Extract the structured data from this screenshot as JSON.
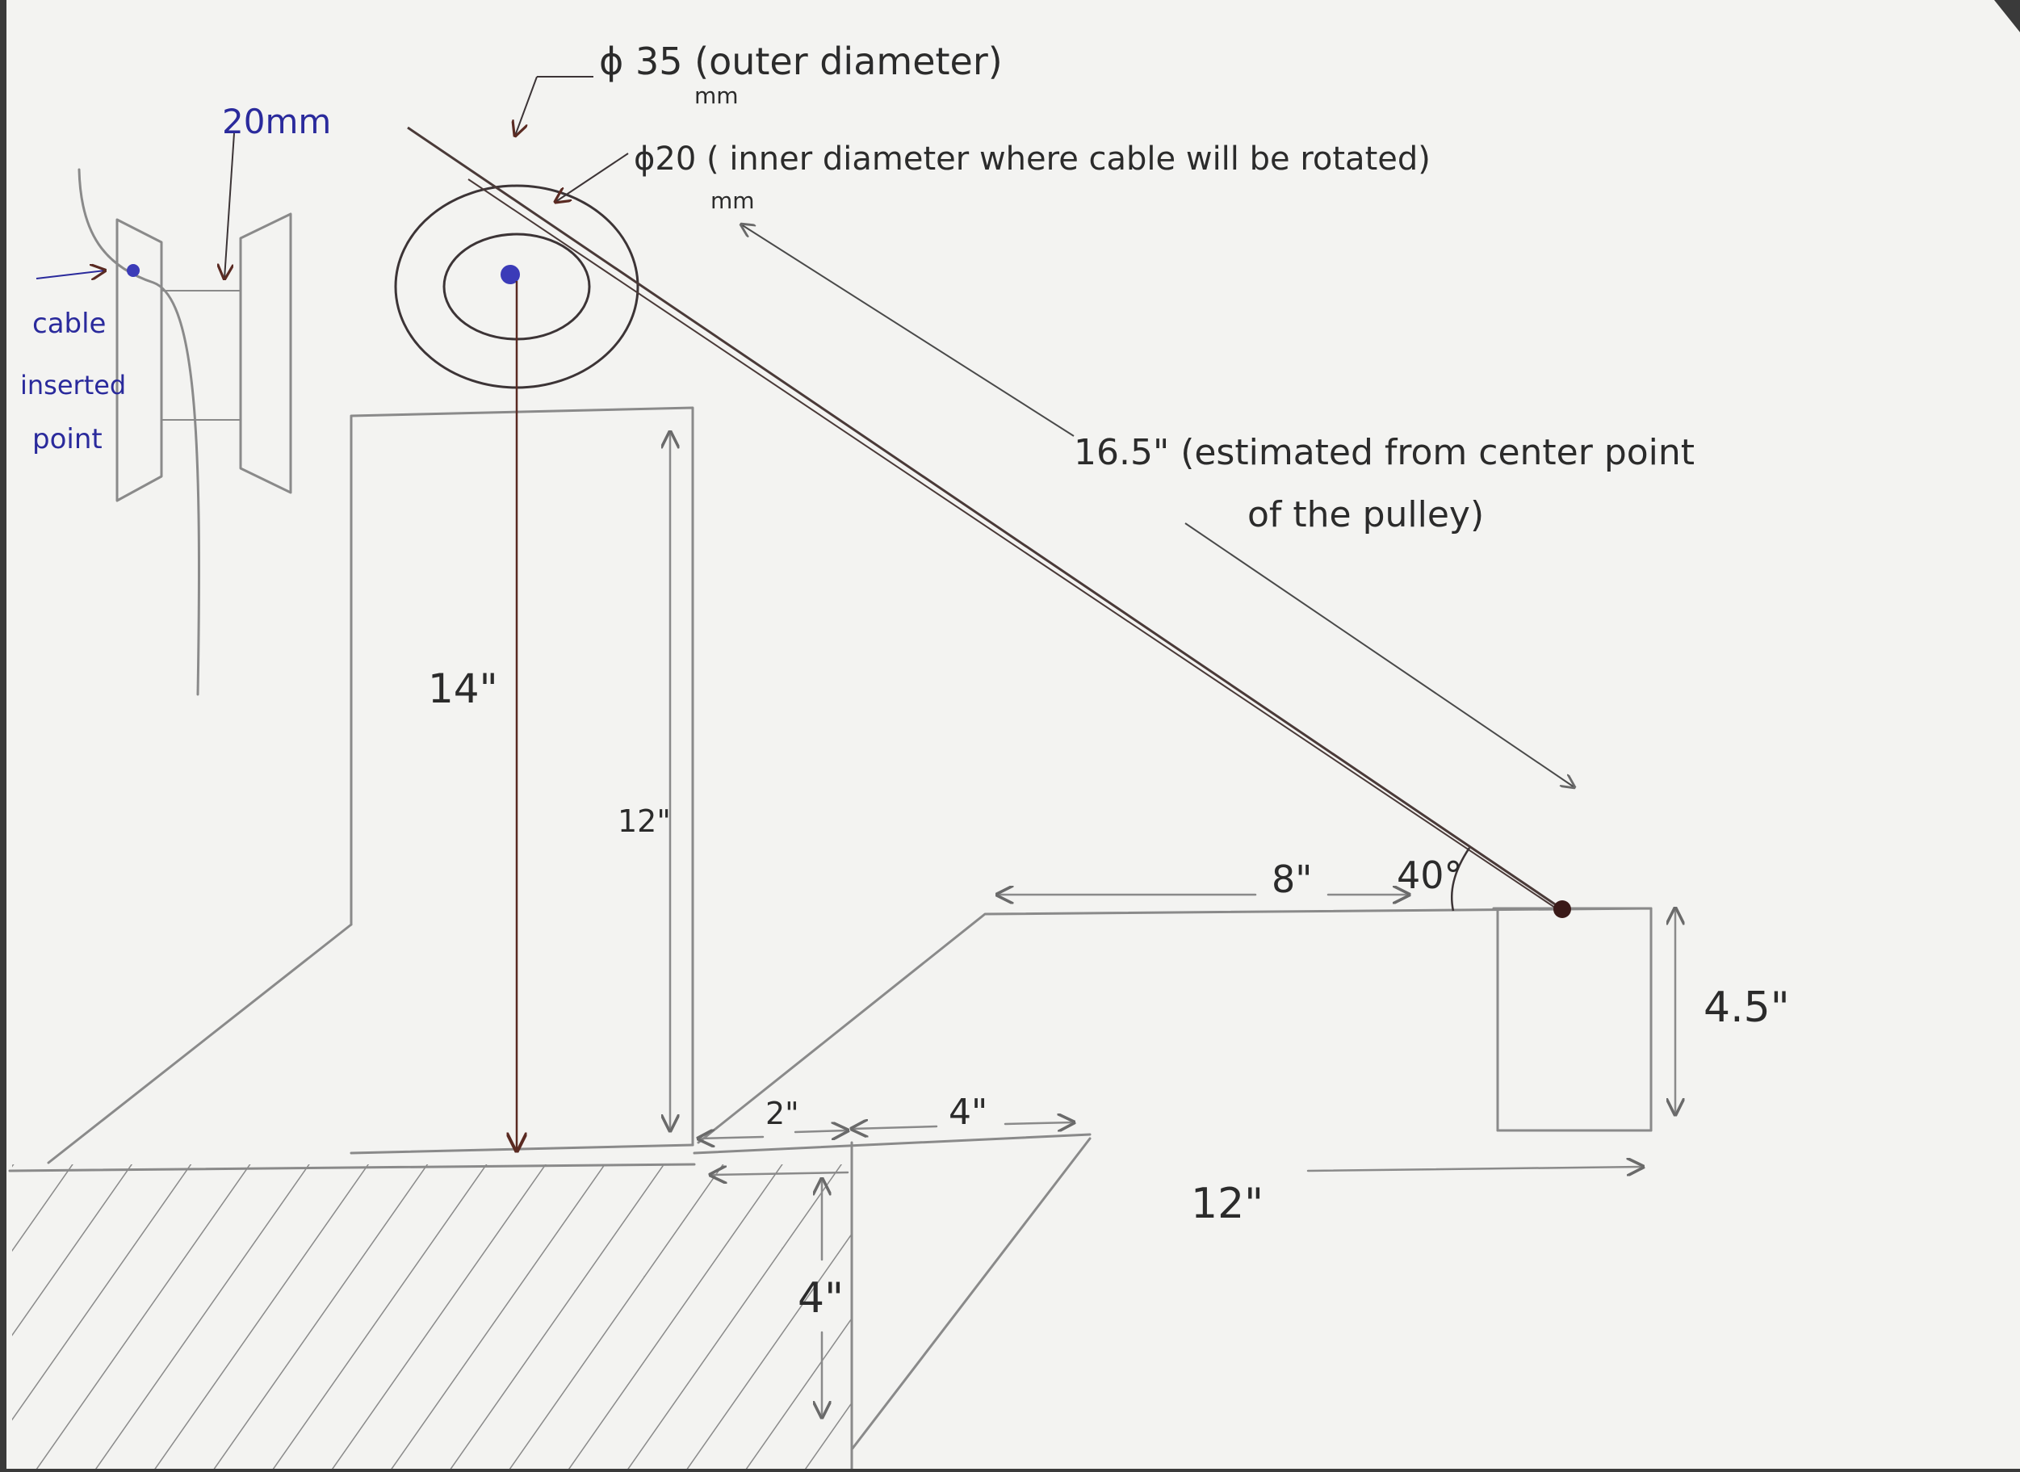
{
  "labels": {
    "pulley_outer": "ϕ 35 (outer diameter)",
    "pulley_outer_unit": "mm",
    "pulley_inner": "ϕ20 ( inner diameter where cable will be rotated)",
    "pulley_inner_unit": "mm",
    "pulley_width": "20mm",
    "cable_insert_line1": "cable",
    "cable_insert_line2": "inserted",
    "cable_insert_line3": "point",
    "cable_length_line1": "16.5\" (estimated from center point",
    "cable_length_line2": "of the pulley)",
    "height_total": "14\"",
    "height_post": "12\"",
    "horizontal_8": "8\"",
    "angle": "40°",
    "height_block": "4.5\"",
    "gap_2": "2\"",
    "width_4": "4\"",
    "base_12": "12\"",
    "depth_4": "4\""
  },
  "colors": {
    "paper": "#f3f3f1",
    "pencil": "#8a8a8a",
    "ink": "#3c3436",
    "blue_ink": "#2a2a9c"
  }
}
